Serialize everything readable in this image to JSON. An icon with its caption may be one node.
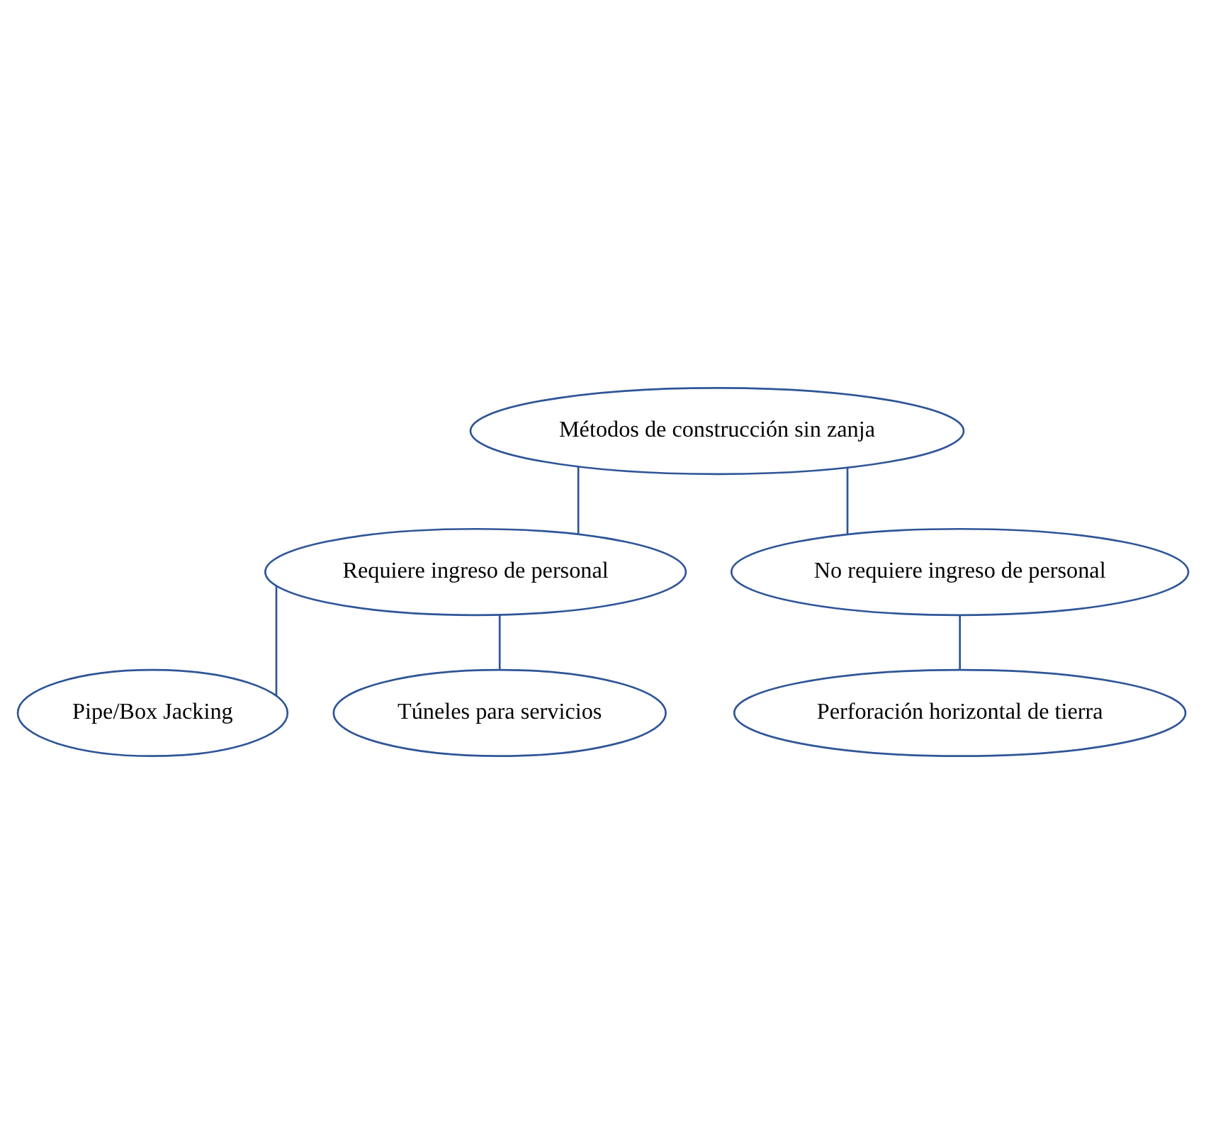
{
  "diagram": {
    "nodes": [
      {
        "text": [
          "Métodos de construcción sin zanja"
        ]
      },
      {
        "text": [
          "Requiere ingreso de personal"
        ]
      },
      {
        "text": [
          "No requiere ingreso de personal"
        ]
      },
      {
        "text": [
          "Pipe/Box Jacking"
        ]
      },
      {
        "text": [
          "Perforación horizontal de tierra"
        ]
      },
      {
        "text": [
          "Túneles para servicios"
        ]
      }
    ],
    "edges": [
      {
        "from": 0,
        "to": 1,
        "arrow": "none"
      },
      {
        "from": 0,
        "to": 2,
        "arrow": "none"
      },
      {
        "from": 1,
        "to": 3,
        "arrow": "none"
      },
      {
        "from": 1,
        "to": 5,
        "arrow": "none"
      },
      {
        "from": 2,
        "to": 4,
        "arrow": "none"
      }
    ]
  }
}
